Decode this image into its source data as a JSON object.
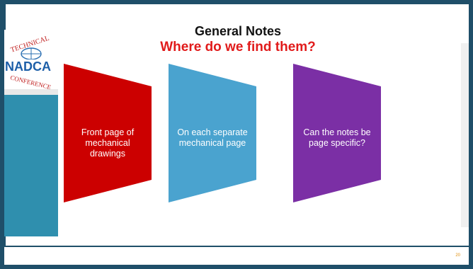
{
  "slide": {
    "title": "General Notes",
    "subtitle": "Where do we find them?",
    "page_number": "20"
  },
  "logo": {
    "top_text": "TECHNICAL",
    "main_text": "NADCA",
    "bottom_text": "CONFERENCE"
  },
  "steps": [
    {
      "text": "Front page of mechanical drawings",
      "color": "#cc0000"
    },
    {
      "text": "On each separate mechanical page",
      "color": "#4aa3cf"
    },
    {
      "text": "Can the notes be page specific?",
      "color": "#7b2fa5"
    }
  ]
}
